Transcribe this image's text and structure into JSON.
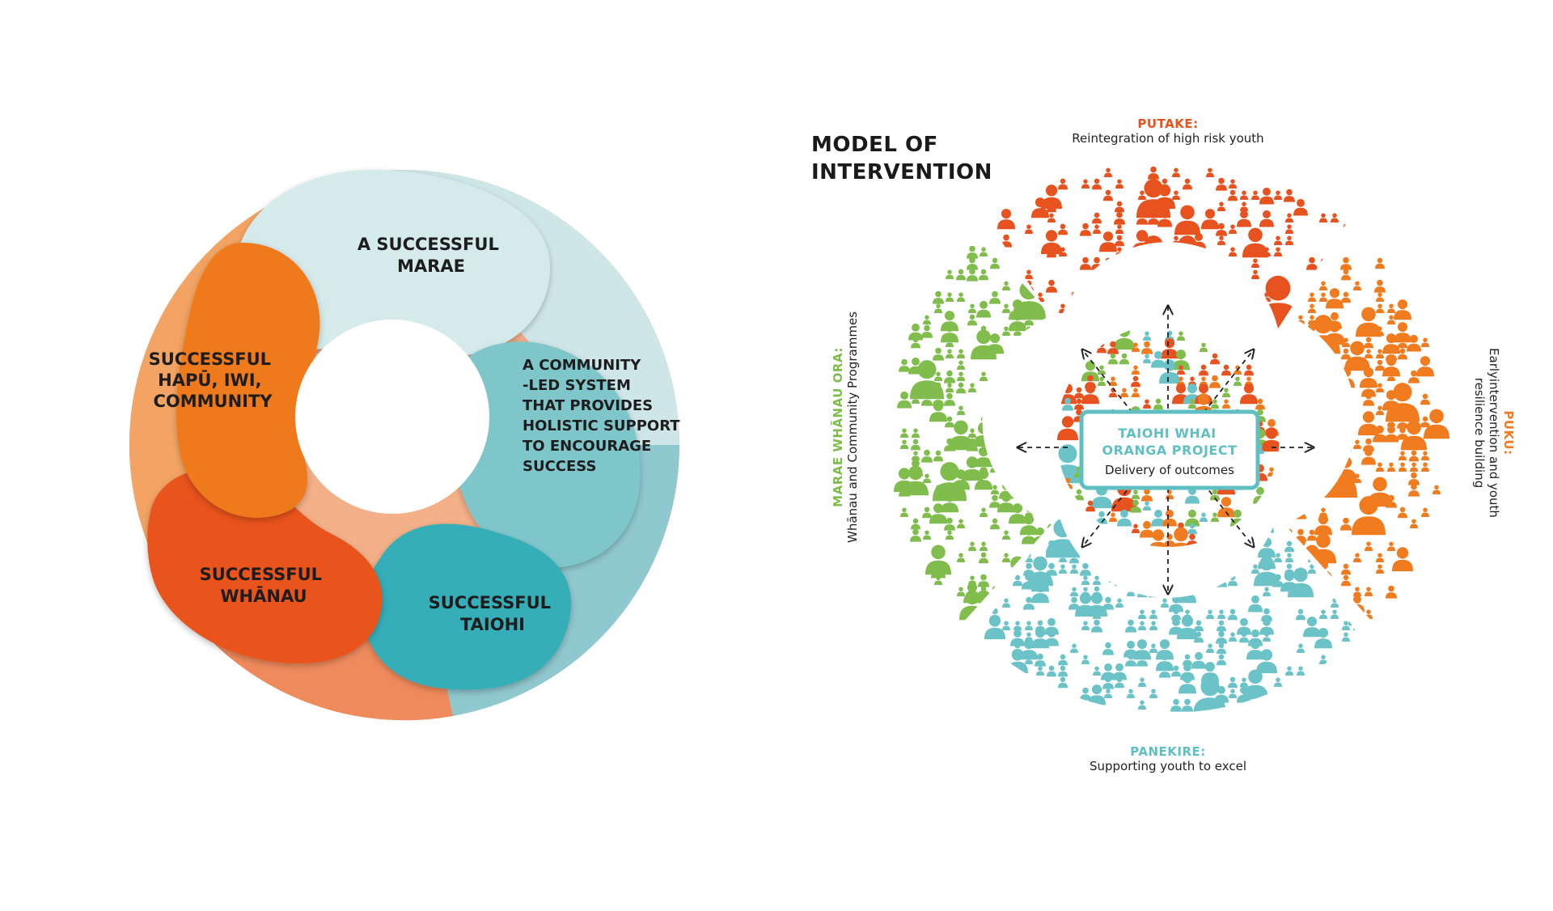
{
  "cycle": {
    "segments": [
      {
        "id": "marae",
        "lines": [
          "A SUCCESSFUL",
          "MARAE"
        ],
        "color": "#cde6e7"
      },
      {
        "id": "community-system",
        "lines": [
          "A COMMUNITY",
          "-LED SYSTEM",
          "THAT PROVIDES",
          "HOLISTIC SUPPORT",
          "TO ENCOURAGE",
          "SUCCESS"
        ],
        "color": "#7ec9cd"
      },
      {
        "id": "taiohi",
        "lines": [
          "SUCCESSFUL",
          "TAIOHI"
        ],
        "color": "#35aeb9"
      },
      {
        "id": "whanau",
        "lines": [
          "SUCCESSFUL",
          "WHĀNAU"
        ],
        "color": "#e8521f"
      },
      {
        "id": "hapu",
        "lines": [
          "SUCCESSFUL",
          "HAPŪ, IWI,",
          "COMMUNITY"
        ],
        "color": "#ee7a1f"
      }
    ]
  },
  "model": {
    "title_lines": [
      "MODEL OF",
      "INTERVENTION"
    ],
    "center": {
      "heading_lines": [
        "TAIOHI WHAI",
        "ORANGA PROJECT"
      ],
      "subtitle": "Delivery of outcomes"
    },
    "quadrants": {
      "top": {
        "heading": "PUTAKE:",
        "subtitle": "Reintegration of high risk youth",
        "color": "#e8521f"
      },
      "right": {
        "heading": "PUKU:",
        "subtitle_lines": [
          "Earlyintervention and youth",
          "resilience building"
        ],
        "color": "#f07c1f"
      },
      "bottom": {
        "heading": "PANEKIRE:",
        "subtitle": "Supporting youth to excel",
        "color": "#5fbfc3"
      },
      "left": {
        "heading": "MARAE WHĀNAU ORA:",
        "subtitle": "Whānau and Community Programmes",
        "color": "#7fbd4b"
      }
    }
  }
}
